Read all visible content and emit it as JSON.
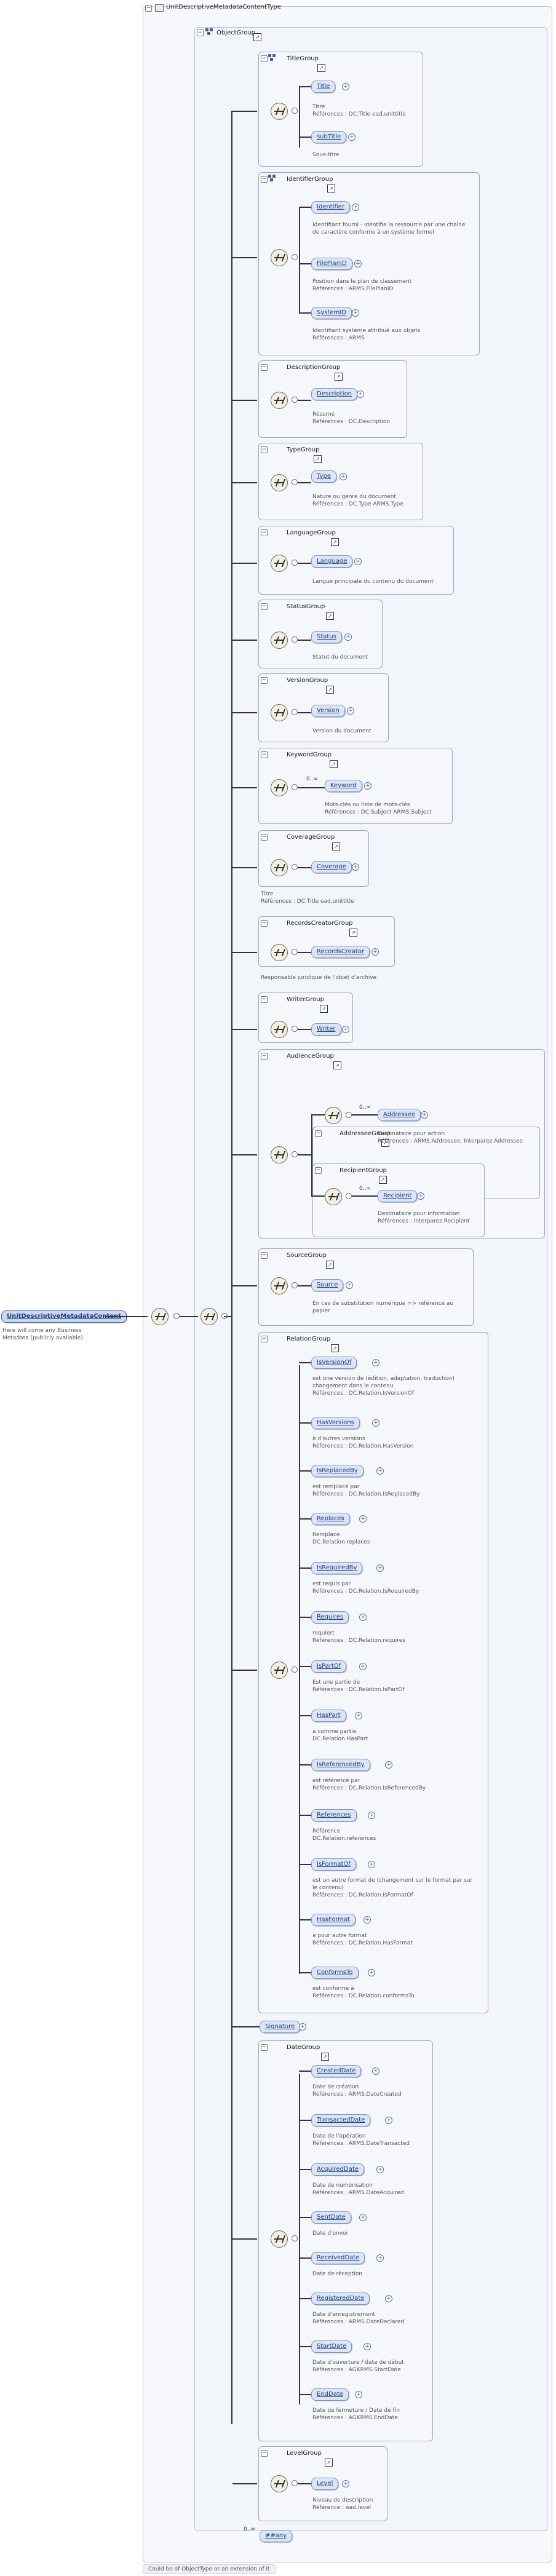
{
  "title": "UnitDescriptiveMetadataContentType",
  "root": {
    "label": "UnitDescriptiveMetadataContent",
    "desc": "Here will come any Business Metadata (publicly available)"
  },
  "object_group": "ObjectGroup",
  "groups": {
    "title": {
      "name": "TitleGroup",
      "el1": "Title",
      "d1": "Titre\nRéférences : DC.Title ead.unittitle",
      "el2": "subTitle",
      "d2": "Sous-titre"
    },
    "identifier": {
      "name": "IdentifierGroup",
      "el1": "Identifier",
      "d1": "Identifiant fourni - identifie la ressource par une chaîne de caractère conforme à un système formel",
      "el2": "FilePlanID",
      "d2": "Position dans le plan de classement\nRéférences : ARMS.FilePlanID",
      "el3": "SystemID",
      "d3": "Identifiant système attribué aux objets\nRéférences : ARMS"
    },
    "description": {
      "name": "DescriptionGroup",
      "el": "Description",
      "d": "Résumé\nRéférences : DC.Description"
    },
    "type": {
      "name": "TypeGroup",
      "el": "Type",
      "d": "Nature ou genre du document\nRéférences : DC.Type ARMS.Type"
    },
    "language": {
      "name": "LanguageGroup",
      "el": "Language",
      "d": "Langue principale du contenu du document"
    },
    "status": {
      "name": "StatusGroup",
      "el": "Status",
      "d": "Statut du document"
    },
    "version": {
      "name": "VersionGroup",
      "el": "Version",
      "d": "Version du document"
    },
    "keyword": {
      "name": "KeywordGroup",
      "el": "Keyword",
      "card": "0..∞",
      "d": "Mots-clés ou liste de mots-clés\nRéférences : DC.Subject ARMS.Subject"
    },
    "coverage": {
      "name": "CoverageGroup",
      "el": "Coverage",
      "d": "Titre\nRéférences : DC.Title ead.unittitle"
    },
    "records": {
      "name": "RecordsCreatorGroup",
      "el": "RecordsCreator",
      "d": "Responsable juridique de l'objet d'archive"
    },
    "writer": {
      "name": "WriterGroup",
      "el": "Writer"
    },
    "audience": {
      "name": "AudienceGroup",
      "addressee": {
        "name": "AddresseeGroup",
        "el": "Addressee",
        "card": "0..∞",
        "d": "Destinataire pour action\nRéférences : ARMS.Addressee, Interparez.Addressee"
      },
      "recipient": {
        "name": "RecipientGroup",
        "el": "Recipient",
        "card": "0..∞",
        "d": "Destinataire pour information\nRéférences : Interparez.Recipient"
      }
    },
    "source": {
      "name": "SourceGroup",
      "el": "Source",
      "d": "En cas de substitution numérique => référence au papier"
    },
    "relation": {
      "name": "RelationGroup",
      "items": [
        {
          "el": "IsVersionOf",
          "d": "est une version de (édition, adaptation, traduction) changement dans le contenu\nRéférences : DC.Relation.IsVersionOf"
        },
        {
          "el": "HasVersions",
          "d": "à d'autres versions\nRéférences : DC.Relation.HasVersion"
        },
        {
          "el": "IsReplacedBy",
          "d": "est remplacé par\nRéférences : DC.Relation.IsReplacedBy"
        },
        {
          "el": "Replaces",
          "d": "Remplace\nDC.Relation.replaces"
        },
        {
          "el": "IsRequiredBy",
          "d": "est requis par\nRéférences : DC.Relation.IsRequiredBy"
        },
        {
          "el": "Requires",
          "d": "requiert\nRéférences : DC.Relation.requires"
        },
        {
          "el": "IsPartOf",
          "d": "Est une partie de\nRéférences : DC.Relation.IsPartOf"
        },
        {
          "el": "HasPart",
          "d": "a comme partie\nDC.Relation.HasPart"
        },
        {
          "el": "IsReferencedBy",
          "d": "est référencé par\nRéférences : DC.Relation.IsReferencedBy"
        },
        {
          "el": "References",
          "d": "Référence\nDC.Relation.references"
        },
        {
          "el": "IsFormatOf",
          "d": "est un autre format de (changement sur le format par sur le contenu)\nRéférences : DC.Relation.IsFormatOf"
        },
        {
          "el": "HasFormat",
          "d": "a pour autre format\nRéférences : DC.Relation.HasFormat"
        },
        {
          "el": "ConformsTo",
          "d": "est conforme à\nRéférences : DC.Relation.conformsTo"
        }
      ]
    },
    "signature": {
      "el": "Signature"
    },
    "date": {
      "name": "DateGroup",
      "items": [
        {
          "el": "CreatedDate",
          "d": "Date de création\nRéférences : ARMS.DateCreated"
        },
        {
          "el": "TransactedDate",
          "d": "Date de l'opération\nRéférences : ARMS.DateTransacted"
        },
        {
          "el": "AcquiredDate",
          "d": "Date de numérisation\nRéférences : ARMS.DateAcquired"
        },
        {
          "el": "SentDate",
          "d": "Date d'envoi"
        },
        {
          "el": "ReceivedDate",
          "d": "Date de réception"
        },
        {
          "el": "RegisteredDate",
          "d": "Date d'enregistrement\nRéférences : ARMS.DateDeclared"
        },
        {
          "el": "StartDate",
          "d": "Date d'ouverture / date de début\nRéférences : AGKRMS.StartDate"
        },
        {
          "el": "EndDate",
          "d": "Date de fermeture / Date de fin\nRéférences : AGKRMS.EndDate"
        }
      ]
    },
    "level": {
      "name": "LevelGroup",
      "el": "Level",
      "d": "Niveau de description\nRéférence : ead.level"
    }
  },
  "any": {
    "label": "##any",
    "card": "0..∞"
  },
  "footer": "Could be of ObjectType or an extension of it"
}
